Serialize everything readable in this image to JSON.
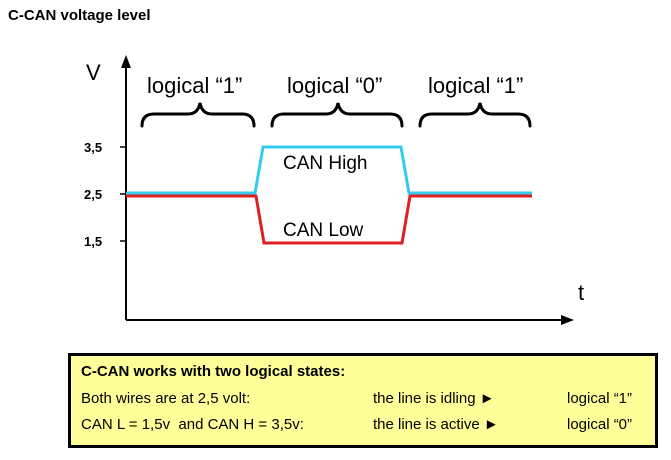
{
  "title": "C-CAN voltage level",
  "diagram": {
    "y_axis_label": "V",
    "x_axis_label": "t",
    "ticks": [
      "3,5",
      "2,5",
      "1,5"
    ],
    "states": [
      "logical “1”",
      "logical “0”",
      "logical “1”"
    ],
    "can_high_label": "CAN High",
    "can_low_label": "CAN Low",
    "colors": {
      "can_high": "#33ccee",
      "can_low": "#e02020",
      "axis": "#000000"
    },
    "voltage_levels": {
      "recessive": 2.5,
      "dominant_high": 3.5,
      "dominant_low": 1.5
    }
  },
  "info": {
    "heading": "C-CAN works with two logical states:",
    "rows": [
      {
        "condition": "Both wires are at 2,5 volt:",
        "description": "the line is idling ►",
        "state": "logical “1”"
      },
      {
        "condition": "CAN L = 1,5v  and CAN H = 3,5v:",
        "description": "the line is active ►",
        "state": "logical “0”"
      }
    ]
  }
}
